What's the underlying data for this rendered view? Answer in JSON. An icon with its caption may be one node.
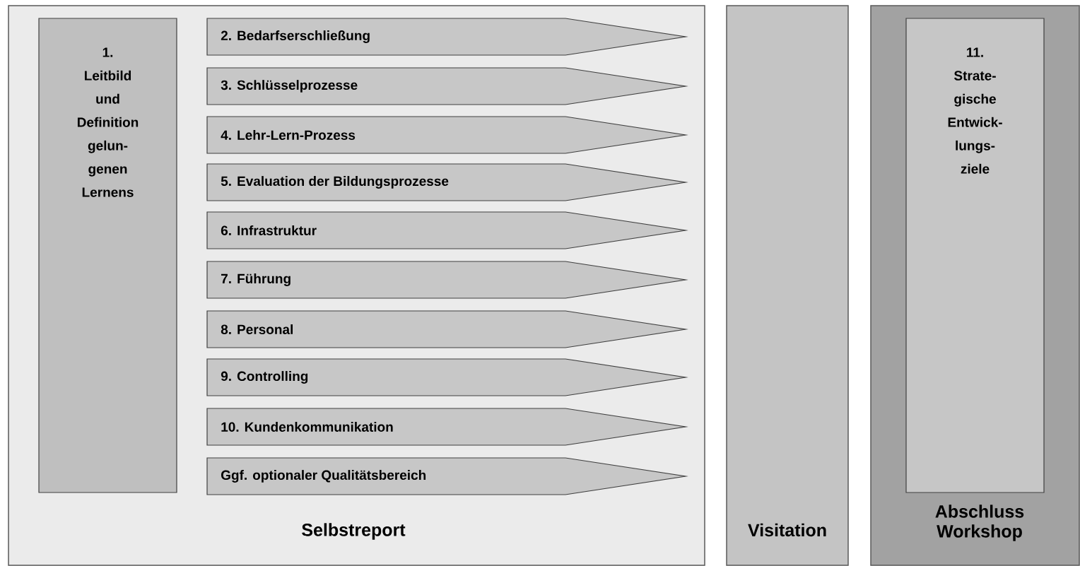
{
  "diagram": {
    "nodes": [
      {
        "text": [
          "Selbstreport"
        ]
      },
      {
        "text": [
          "1. Leitbild und Definition gelun- genen Lernens"
        ],
        "in": 0
      },
      {
        "text": [
          "2. Bedarfserschließung"
        ],
        "in": 0
      },
      {
        "text": [
          "3. Schlüsselprozesse"
        ],
        "in": 0
      },
      {
        "text": [
          "4. Lehr-Lern-Prozess"
        ],
        "in": 0
      },
      {
        "text": [
          "5. Evaluation der Bildungsprozesse"
        ],
        "in": 0
      },
      {
        "text": [
          "6. Infrastruktur"
        ],
        "in": 0
      },
      {
        "text": [
          "7. Führung"
        ],
        "in": 0
      },
      {
        "text": [
          "8. Personal"
        ],
        "in": 0
      },
      {
        "text": [
          "9. Controlling"
        ],
        "in": 0
      },
      {
        "text": [
          "10. Kundenkommunikation"
        ],
        "in": 0
      },
      {
        "text": [
          "Ggf. optionaler Qualitätsbereich"
        ],
        "in": 0
      },
      {
        "text": [
          "Visitation"
        ]
      },
      {
        "text": [
          "Abschluss Workshop"
        ]
      },
      {
        "text": [
          "11. Strate- gische Entwick- lungs- ziele"
        ],
        "in": 13
      }
    ]
  }
}
